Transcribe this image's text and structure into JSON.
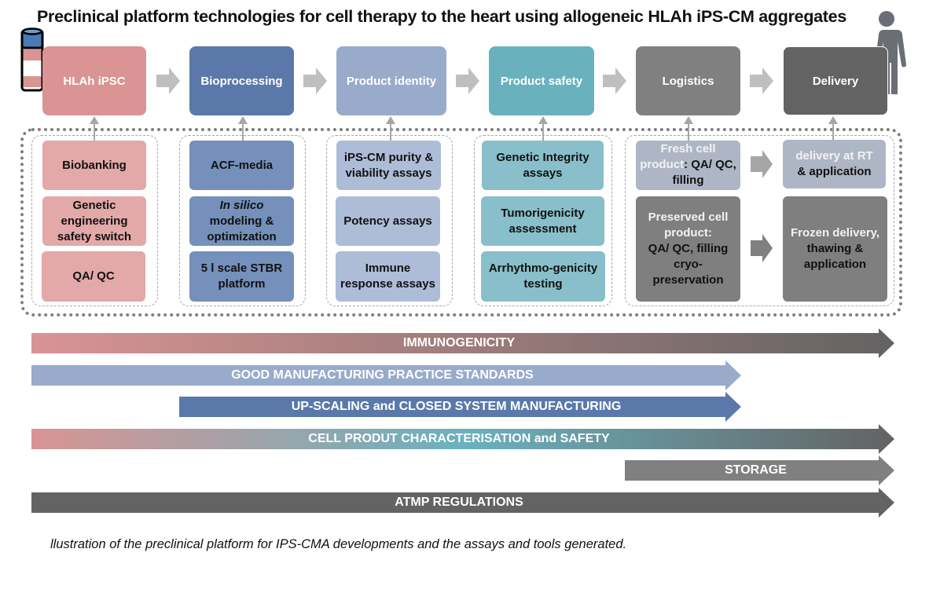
{
  "title": "Preclinical platform technologies for cell therapy to the heart using allogeneic HLAh iPS-CM aggregates",
  "icons": {
    "start": "vial-icon",
    "end": "person-icon"
  },
  "stages": [
    {
      "label": "HLAh iPSC",
      "color": "#d99493"
    },
    {
      "label": "Bioprocessing",
      "color": "#5a79aa"
    },
    {
      "label": "Product identity",
      "color": "#98abcb"
    },
    {
      "label": "Product safety",
      "color": "#6ab1be"
    },
    {
      "label": "Logistics",
      "color": "#808080"
    },
    {
      "label": "Delivery",
      "color": "#636363"
    }
  ],
  "groups": {
    "hlah": [
      "Biobanking",
      "Genetic engineering safety switch",
      "QA/ QC"
    ],
    "bioprocessing": {
      "acf": "ACF-media",
      "insilico_italic": "In silico",
      "insilico_rest": "modeling & optimization",
      "stbr": "5 l scale STBR platform"
    },
    "identity": [
      "iPS-CM purity & viability assays",
      "Potency assays",
      "Immune response assays"
    ],
    "safety": [
      "Genetic Integrity assays",
      "Tumorigenicity assessment",
      "Arrhythmo-genicity testing"
    ],
    "logistics": {
      "fresh_a": "Fresh cell product",
      "fresh_b": ": QA/ QC, filling",
      "rt_a": "delivery at RT",
      "rt_b": "& application",
      "preserved_a": "Preserved cell product:",
      "preserved_b": "QA/ QC, filling cryo-preservation",
      "frozen_a": "Frozen delivery,",
      "frozen_b": "thawing & application"
    }
  },
  "bands": [
    {
      "label": "IMMUNOGENICITY",
      "from": "#d99493",
      "to": "#636363"
    },
    {
      "label": "GOOD MANUFACTURING PRACTICE STANDARDS",
      "color": "#98abcb"
    },
    {
      "label": "UP-SCALING and CLOSED SYSTEM MANUFACTURING",
      "color": "#5a79aa"
    },
    {
      "label": "CELL PRODUT CHARACTERISATION and SAFETY",
      "from": "#d99493",
      "mid": "#6ab1be",
      "to": "#636363"
    },
    {
      "label": "STORAGE",
      "color": "#808080"
    },
    {
      "label": "ATMP REGULATIONS",
      "color": "#636363"
    }
  ],
  "caption": "llustration of the preclinical platform for IPS-CMA developments and the assays and tools generated."
}
